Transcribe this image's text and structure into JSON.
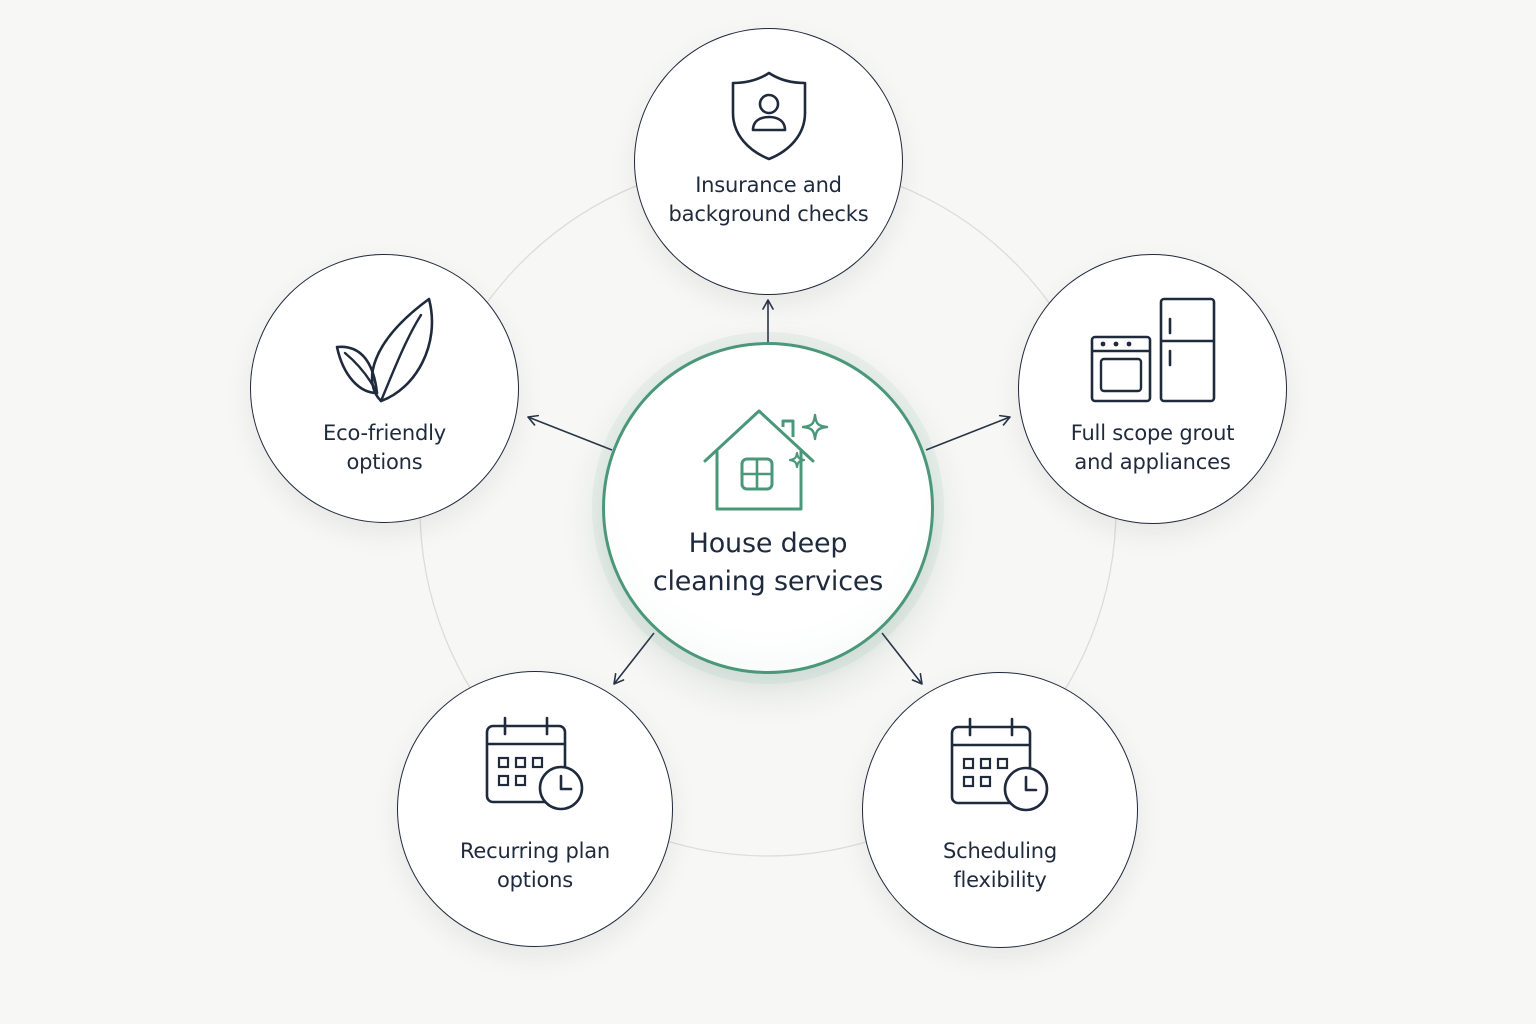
{
  "diagram": {
    "center": {
      "label": "House deep\ncleaning services",
      "icon": "house-sparkle-icon"
    },
    "nodes": [
      {
        "id": "insurance",
        "label": "Insurance and\nbackground checks",
        "icon": "shield-user-icon"
      },
      {
        "id": "full-scope",
        "label": "Full scope grout\nand appliances",
        "icon": "oven-fridge-icon"
      },
      {
        "id": "scheduling",
        "label": "Scheduling\nflexibility",
        "icon": "calendar-clock-icon"
      },
      {
        "id": "recurring",
        "label": "Recurring plan\noptions",
        "icon": "calendar-clock-icon"
      },
      {
        "id": "eco",
        "label": "Eco-friendly\noptions",
        "icon": "leaf-icon"
      }
    ]
  },
  "colors": {
    "accent": "#4a977a",
    "stroke": "#1f2a3d",
    "ring": "#dcdcd8",
    "background": "#f7f7f5"
  }
}
